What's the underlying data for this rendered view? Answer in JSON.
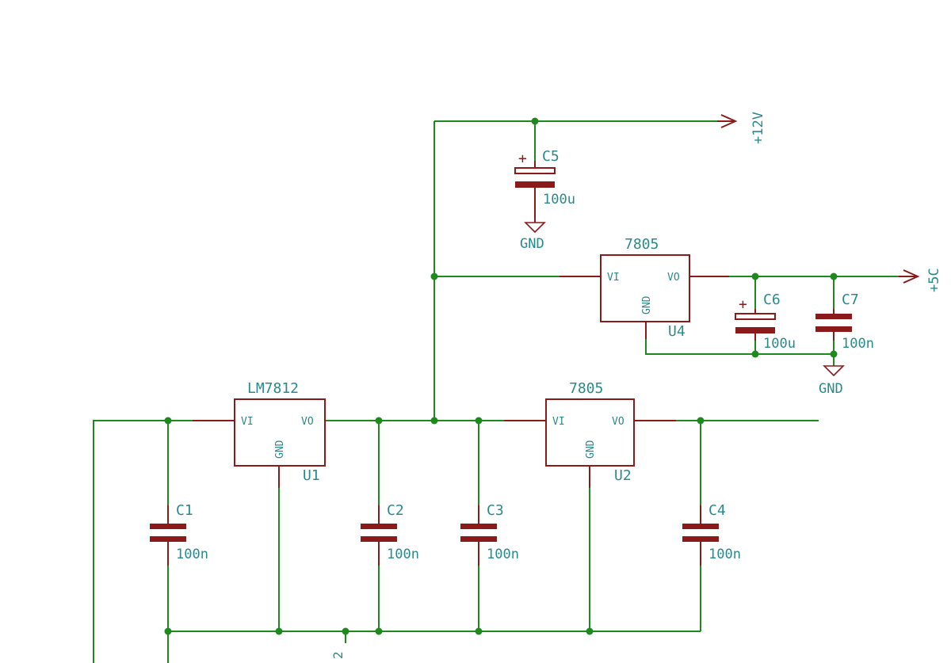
{
  "regulators": {
    "u1": {
      "name": "LM7812",
      "ref": "U1",
      "vi": "VI",
      "vo": "VO",
      "gnd": "GND"
    },
    "u2": {
      "name": "7805",
      "ref": "U2",
      "vi": "VI",
      "vo": "VO",
      "gnd": "GND"
    },
    "u4": {
      "name": "7805",
      "ref": "U4",
      "vi": "VI",
      "vo": "VO",
      "gnd": "GND"
    }
  },
  "capacitors": {
    "c1": {
      "ref": "C1",
      "value": "100n"
    },
    "c2": {
      "ref": "C2",
      "value": "100n"
    },
    "c3": {
      "ref": "C3",
      "value": "100n"
    },
    "c4": {
      "ref": "C4",
      "value": "100n"
    },
    "c5": {
      "ref": "C5",
      "value": "100u",
      "polarity": "+"
    },
    "c6": {
      "ref": "C6",
      "value": "100u",
      "polarity": "+"
    },
    "c7": {
      "ref": "C7",
      "value": "100n"
    }
  },
  "nets": {
    "v12": "+12V",
    "v5": "+5C",
    "gnd_c5": "GND",
    "gnd_c7": "GND",
    "connector_pin": "2"
  },
  "colors": {
    "wire": "#1e8a1e",
    "component": "#8b1a1a",
    "text": "#2a8a8a"
  }
}
